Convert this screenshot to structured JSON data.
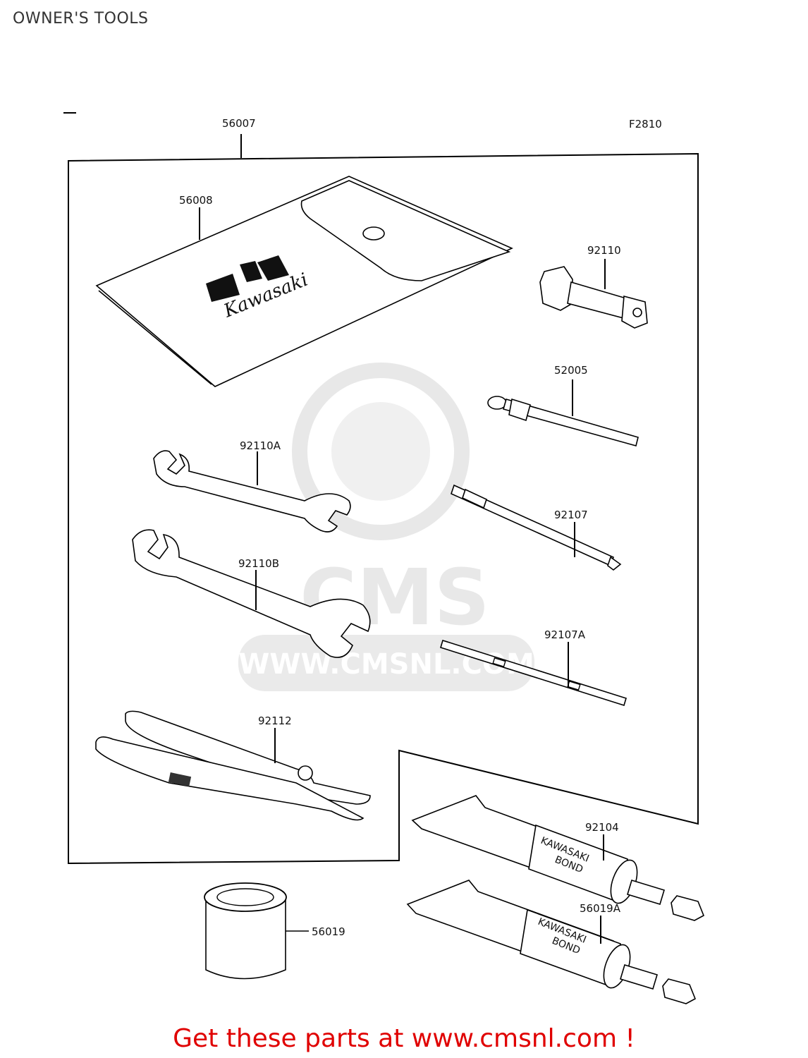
{
  "title": "OWNER'S TOOLS",
  "figure_code": "F2810",
  "watermark": {
    "brand": "CMS",
    "url": "WWW.CMSNL.COM"
  },
  "tool_bag": {
    "brand_text": "Kawasaki"
  },
  "bond_tube_text": {
    "line1": "KAWASAKI",
    "line2": "BOND"
  },
  "parts": {
    "kit": "56007",
    "bag": "56008",
    "plug_wrench": "92110",
    "handle": "52005",
    "wrench_a": "92110A",
    "screwdriver": "92107",
    "wrench_b": "92110B",
    "screwdriver_a": "92107A",
    "pliers": "92112",
    "bond_tube": "92104",
    "can": "56019",
    "bond_tube_a": "56019A"
  },
  "footer": {
    "text": "Get these parts at www.cmsnl.com !",
    "color": "#e00000"
  }
}
